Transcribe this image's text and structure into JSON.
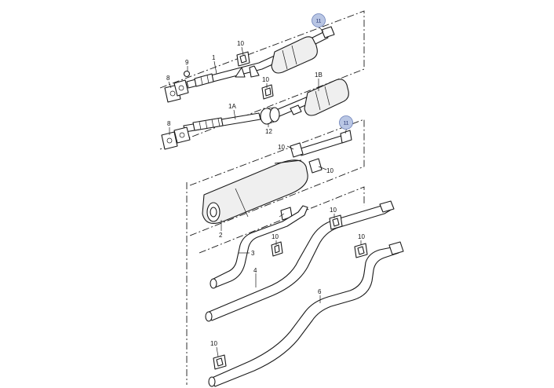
{
  "callouts": {
    "c1": "1",
    "c1a": "1A",
    "c1b": "1B",
    "c2": "2",
    "c3": "3",
    "c4": "4",
    "c6": "6",
    "c8a": "8",
    "c8b": "8",
    "c9": "9",
    "c10a": "10",
    "c10b": "10",
    "c10c": "10",
    "c10d": "10",
    "c10e": "10",
    "c10f": "10",
    "c10g": "10",
    "c10h": "10",
    "c12": "12",
    "m11a": "11",
    "m11b": "11"
  },
  "colors": {
    "marker_fill": "#b9c6e4",
    "marker_stroke": "#6a7fb8"
  }
}
